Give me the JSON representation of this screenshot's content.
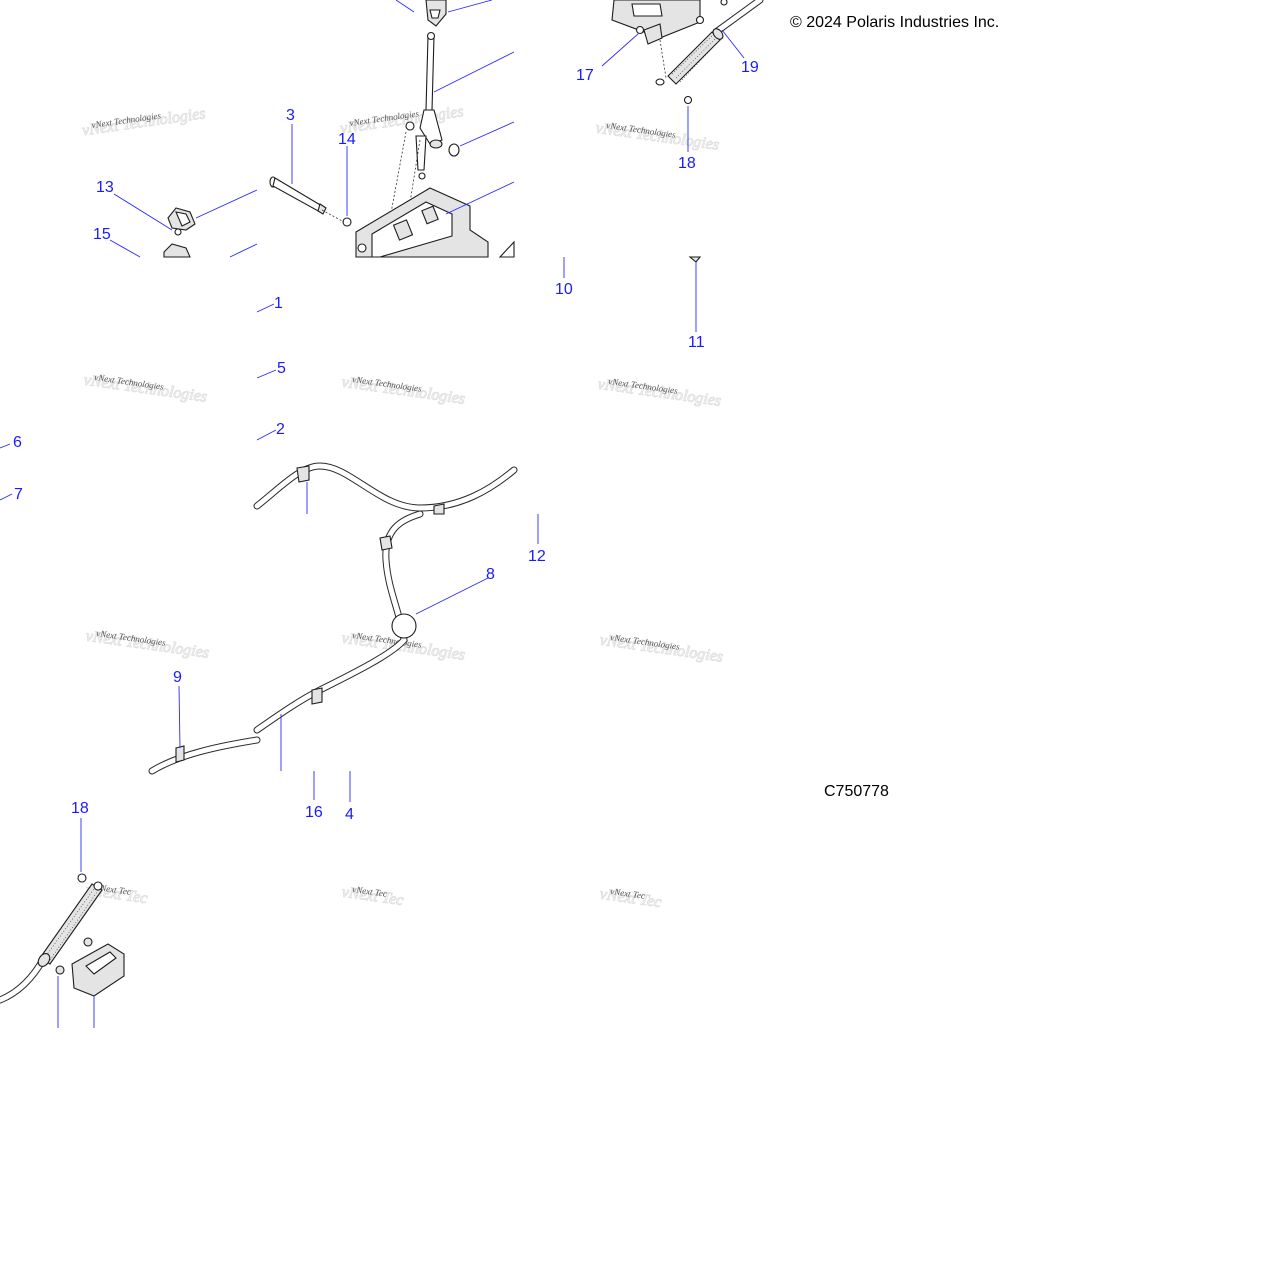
{
  "copyright": "© 2024 Polaris Industries Inc.",
  "diagram_id": "C750778",
  "watermark": {
    "line1": "vNext Technologies",
    "line2": "vNext Tec"
  },
  "callouts": {
    "c1": "1",
    "c2": "2",
    "c3": "3",
    "c4": "4",
    "c5": "5",
    "c6": "6",
    "c7": "7",
    "c8": "8",
    "c9": "9",
    "c10": "10",
    "c11": "11",
    "c12": "12",
    "c13": "13",
    "c14": "14",
    "c15": "15",
    "c16": "16",
    "c17": "17",
    "c18a": "18",
    "c18b": "18",
    "c19": "19"
  }
}
